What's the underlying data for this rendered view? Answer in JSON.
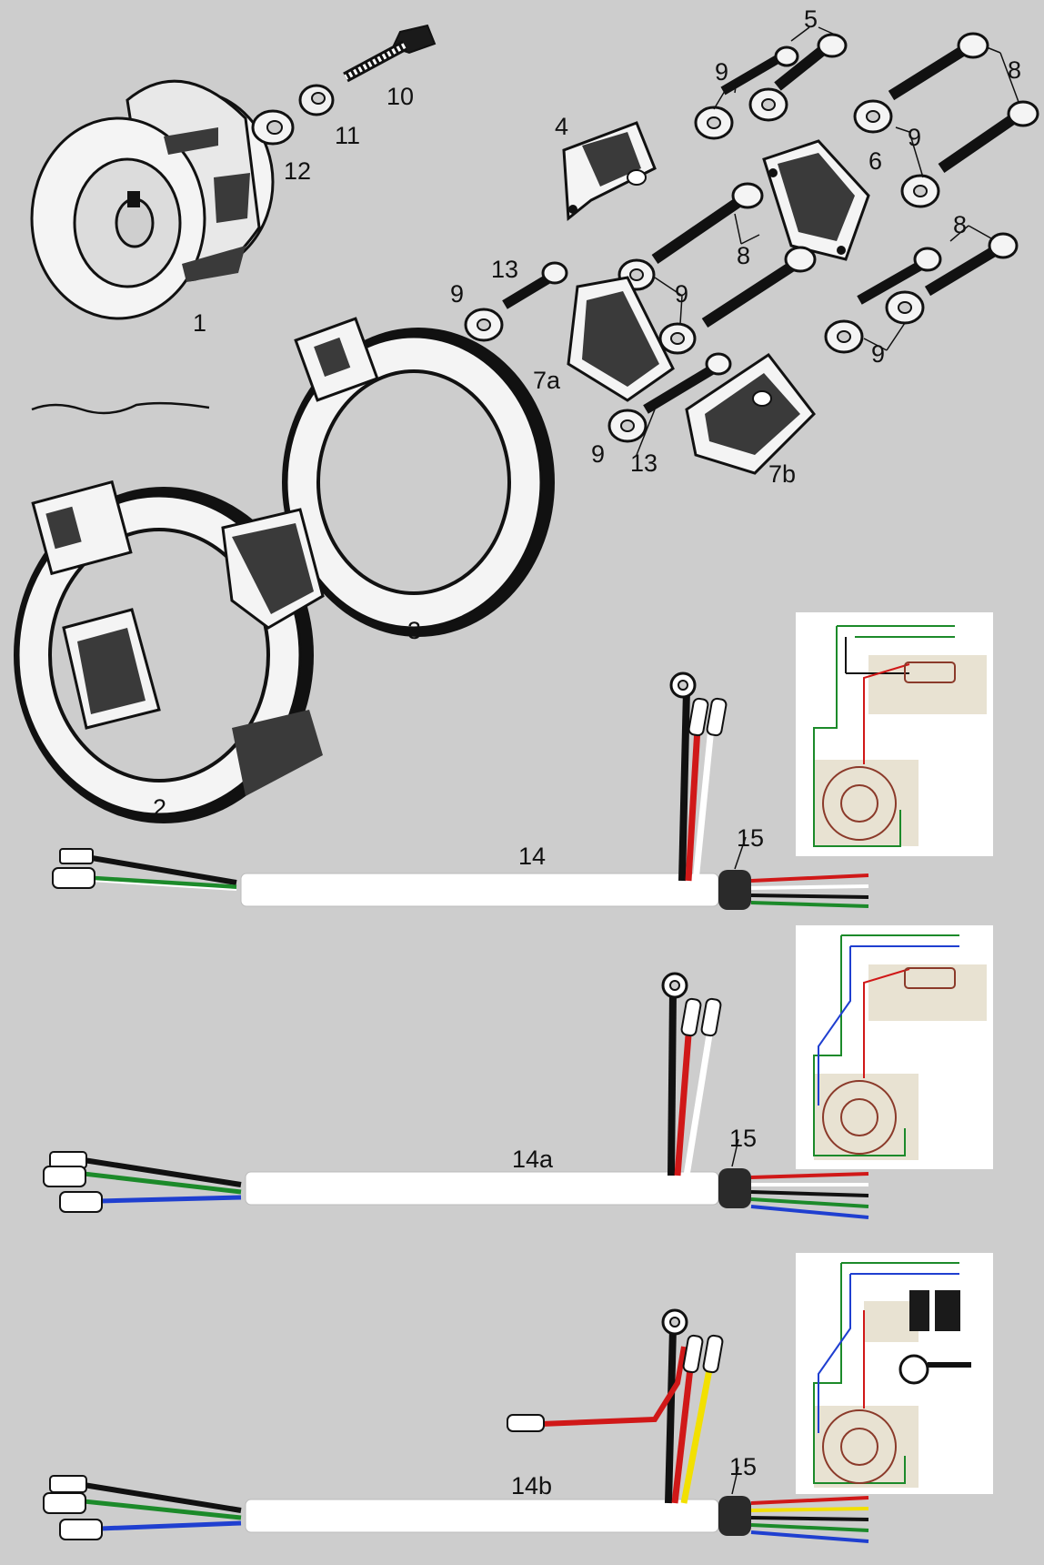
{
  "parts": {
    "p1": "1",
    "p2": "2",
    "p3": "3",
    "p4": "4",
    "p5": "5",
    "p6": "6",
    "p7a": "7a",
    "p7b": "7b",
    "p8": "8",
    "p9": "9",
    "p10": "10",
    "p11": "11",
    "p12": "12",
    "p13": "13"
  },
  "harnesses": [
    {
      "label": "14",
      "grommet": "15",
      "wires": [
        "#111111",
        "#d01818",
        "#ffffff",
        "#1c8a2a"
      ]
    },
    {
      "label": "14a",
      "grommet": "15",
      "wires": [
        "#111111",
        "#d01818",
        "#ffffff",
        "#1c8a2a",
        "#1f3fd0"
      ]
    },
    {
      "label": "14b",
      "grommet": "15",
      "wires": [
        "#111111",
        "#d01818",
        "#f2e000",
        "#1c8a2a",
        "#1f3fd0"
      ]
    }
  ],
  "colors": {
    "background": "#cdcdcd",
    "black": "#111111",
    "red": "#d01818",
    "green": "#1c8a2a",
    "blue": "#1f3fd0",
    "yellow": "#f2e000",
    "white": "#ffffff",
    "schematic_fill": "#e8e2d2"
  }
}
